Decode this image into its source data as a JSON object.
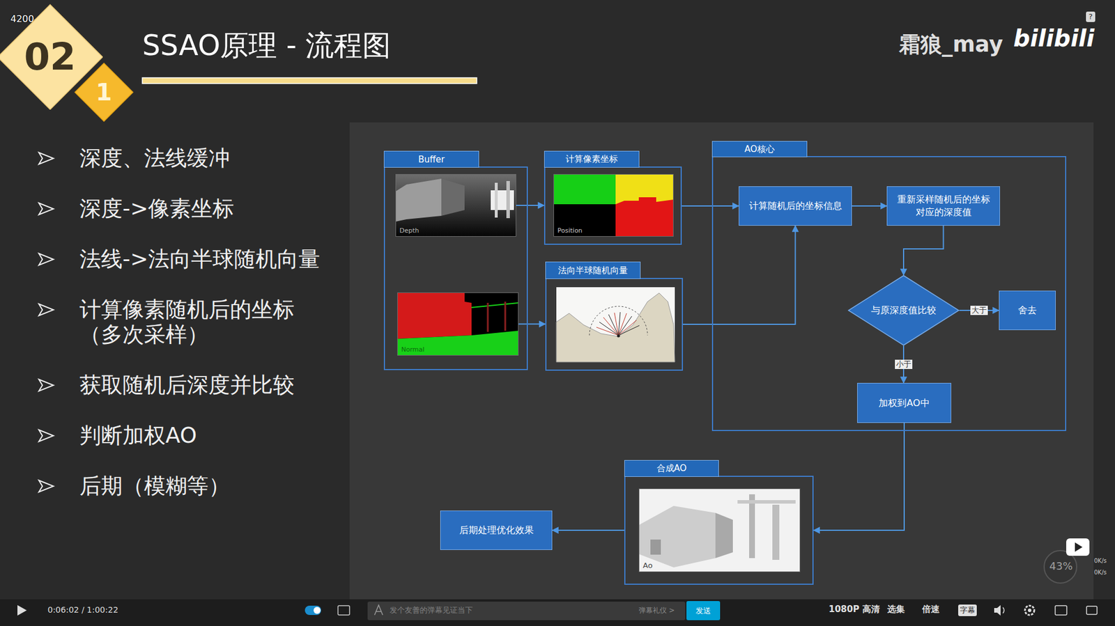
{
  "diagram": {
    "title": "SSAO原理 - 流程图",
    "nodes": [
      {
        "text": [
          "02"
        ]
      },
      {
        "text": [
          "1"
        ]
      },
      {
        "text": [
          "Buffer"
        ]
      },
      {
        "text": [
          "Depth"
        ],
        "in": 2
      },
      {
        "text": [
          "Normal"
        ],
        "in": 2
      },
      {
        "text": [
          "计算像素坐标"
        ]
      },
      {
        "text": [
          "Position"
        ],
        "in": 5
      },
      {
        "text": [
          "法向半球随机向量"
        ]
      },
      {
        "text": [
          "AO核心"
        ]
      },
      {
        "text": [
          "计算随机后的坐标信息"
        ],
        "in": 8
      },
      {
        "text": [
          "重新采样随机后的坐标对应的深度值"
        ],
        "in": 8
      },
      {
        "text": [
          "与原深度值比较"
        ],
        "in": 8
      },
      {
        "text": [
          "舍去"
        ],
        "in": 8
      },
      {
        "text": [
          "加权到AO中"
        ],
        "in": 8
      },
      {
        "text": [
          "合成AO"
        ]
      },
      {
        "text": [
          "Ao"
        ],
        "in": 14
      },
      {
        "text": [
          "后期处理优化效果"
        ]
      }
    ],
    "edges": [
      {
        "from": 3,
        "to": 5,
        "arrow": "to"
      },
      {
        "from": 4,
        "to": 7,
        "arrow": "to"
      },
      {
        "from": 5,
        "to": 9,
        "arrow": "to"
      },
      {
        "from": 7,
        "to": 9,
        "arrow": "to"
      },
      {
        "from": 9,
        "to": 10,
        "arrow": "to"
      },
      {
        "from": 10,
        "to": 11,
        "arrow": "to"
      },
      {
        "from": 11,
        "to": 12,
        "label": "大于",
        "arrow": "to"
      },
      {
        "from": 11,
        "to": 13,
        "label": "小于",
        "arrow": "to"
      },
      {
        "from": 13,
        "to": 14,
        "arrow": "to"
      },
      {
        "from": 14,
        "to": 16,
        "arrow": "to"
      }
    ],
    "labels": [
      "4200-SSAO",
      "霜狼_may",
      "bilibili",
      "?",
      "深度、法线缓冲",
      "深度->像素坐标",
      "法线->法向半球随机向量",
      "计算像素随机后的坐标（多次采样）",
      "获取随机后深度并比较",
      "判断加权AO",
      "后期（模糊等）",
      "0:06:02 / 1:00:22",
      "发个友善的弹幕见证当下",
      "弹幕礼仪 >",
      "发送",
      "1080P 高清",
      "选集",
      "倍速",
      "字幕",
      "43%",
      "0K/s",
      "0K/s"
    ]
  }
}
